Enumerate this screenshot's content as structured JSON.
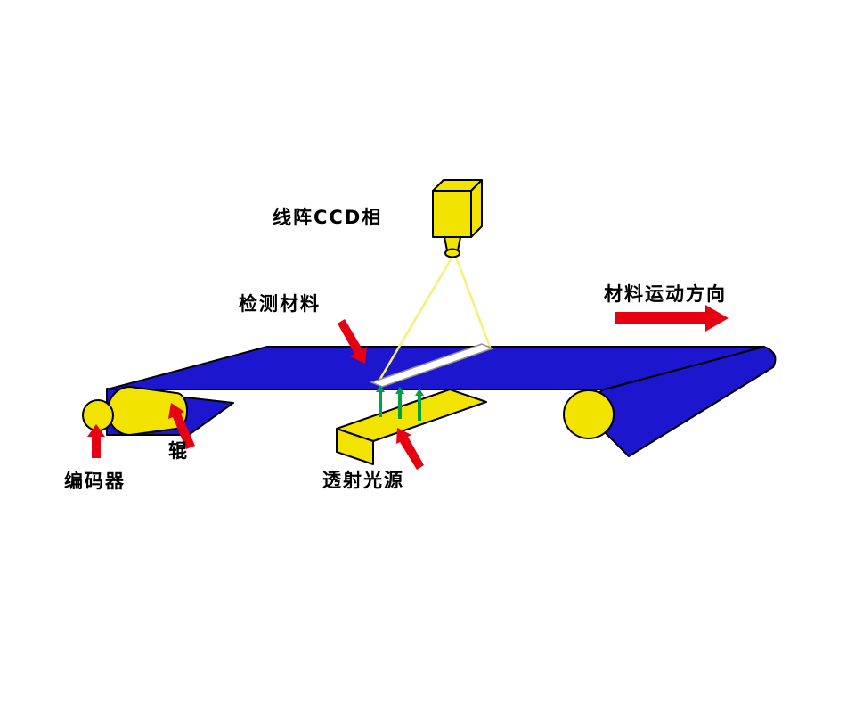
{
  "diagram": {
    "labels": {
      "camera": "线阵CCD相",
      "detected_material": "检测材料",
      "motion_direction": "材料运动方向",
      "roller": "辊",
      "encoder": "编码器",
      "light_source": "透射光源"
    },
    "colors": {
      "belt-blue": "#1c17cf",
      "machine-yellow": "#f2e400",
      "arrow-red": "#e60012",
      "arrow-green": "#00a23e",
      "ray-yellow": "#f7ef78",
      "outline": "#000000",
      "background": "#ffffff"
    }
  }
}
